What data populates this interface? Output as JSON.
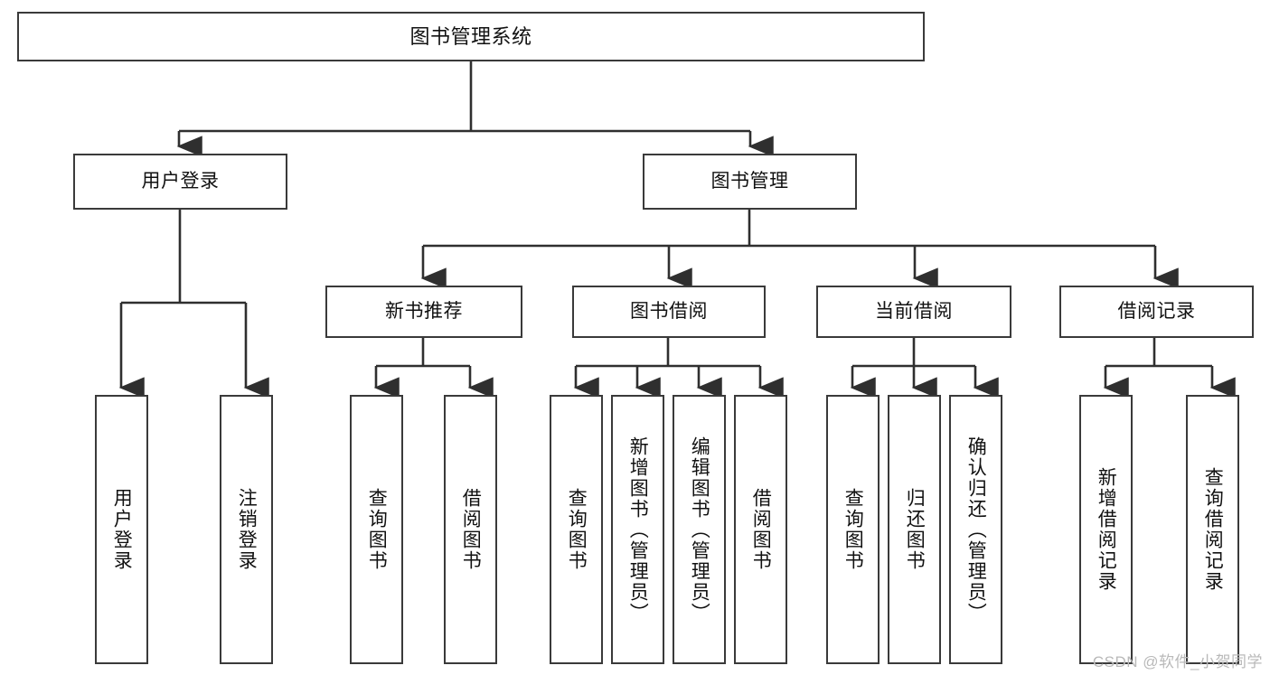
{
  "title": "图书管理系统",
  "watermark": "CSDN @软件_小贺同学",
  "colors": {
    "box_border": "#3a3a3a",
    "box_fill": "#ffffff",
    "edge": "#2f2f2f",
    "text": "#111111",
    "watermark": "#b9b9b9",
    "background": "#ffffff"
  },
  "diagram": {
    "type": "tree",
    "orientation": "top-down",
    "levels": 4,
    "root": {
      "id": "root",
      "label": "图书管理系统"
    },
    "level2": [
      {
        "id": "user-login",
        "label": "用户登录"
      },
      {
        "id": "book-manage",
        "label": "图书管理"
      }
    ],
    "level3": [
      {
        "id": "new-book-rec",
        "label": "新书推荐",
        "parent": "book-manage"
      },
      {
        "id": "book-borrow",
        "label": "图书借阅",
        "parent": "book-manage"
      },
      {
        "id": "current-borrow",
        "label": "当前借阅",
        "parent": "book-manage"
      },
      {
        "id": "borrow-record",
        "label": "借阅记录",
        "parent": "book-manage"
      }
    ],
    "leaves": {
      "user-login": [
        {
          "id": "leaf-user-login",
          "label": "用户登录"
        },
        {
          "id": "leaf-logout",
          "label": "注销登录"
        }
      ],
      "new-book-rec": [
        {
          "id": "leaf-query-book-1",
          "label": "查询图书"
        },
        {
          "id": "leaf-borrow-book-1",
          "label": "借阅图书"
        }
      ],
      "book-borrow": [
        {
          "id": "leaf-query-book-2",
          "label": "查询图书"
        },
        {
          "id": "leaf-add-book",
          "label": "新增图书（管理员）"
        },
        {
          "id": "leaf-edit-book",
          "label": "编辑图书（管理员）"
        },
        {
          "id": "leaf-borrow-book-2",
          "label": "借阅图书"
        }
      ],
      "current-borrow": [
        {
          "id": "leaf-query-book-3",
          "label": "查询图书"
        },
        {
          "id": "leaf-return-book",
          "label": "归还图书"
        },
        {
          "id": "leaf-confirm-return",
          "label": "确认归还（管理员）"
        }
      ],
      "borrow-record": [
        {
          "id": "leaf-add-record",
          "label": "新增借阅记录"
        },
        {
          "id": "leaf-query-record",
          "label": "查询借阅记录"
        }
      ]
    }
  }
}
